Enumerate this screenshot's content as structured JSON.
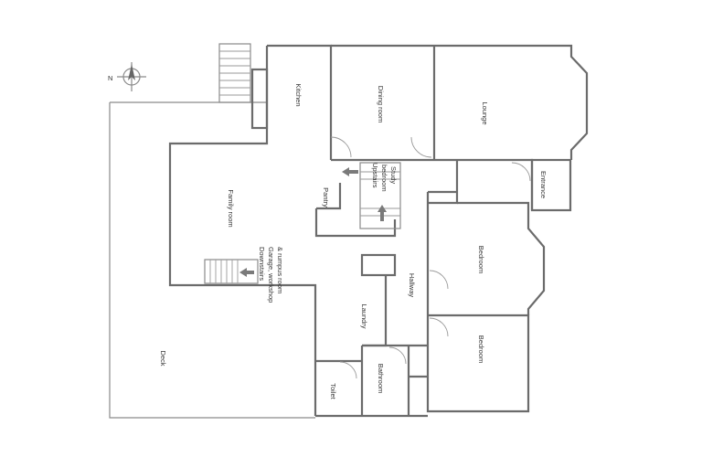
{
  "compass": {
    "label": "N"
  },
  "rooms": {
    "kitchen": "Kitchen",
    "dining": "Dining room",
    "lounge": "Lounge",
    "family": "Family room",
    "pantry": "Pantry",
    "upstairs": [
      "Upstairs",
      "bedroom",
      "Study"
    ],
    "entrance": "Entrance",
    "downstairs": [
      "Downstairs",
      "Garage, workshop",
      "& rumpus room"
    ],
    "laundry": "Laundry",
    "hallway": "Hallway",
    "bedroom1": "Bedroom",
    "bedroom2": "Bedroom",
    "deck": "Deck",
    "toilet": "Toilet",
    "bathroom": "Bathroom"
  }
}
